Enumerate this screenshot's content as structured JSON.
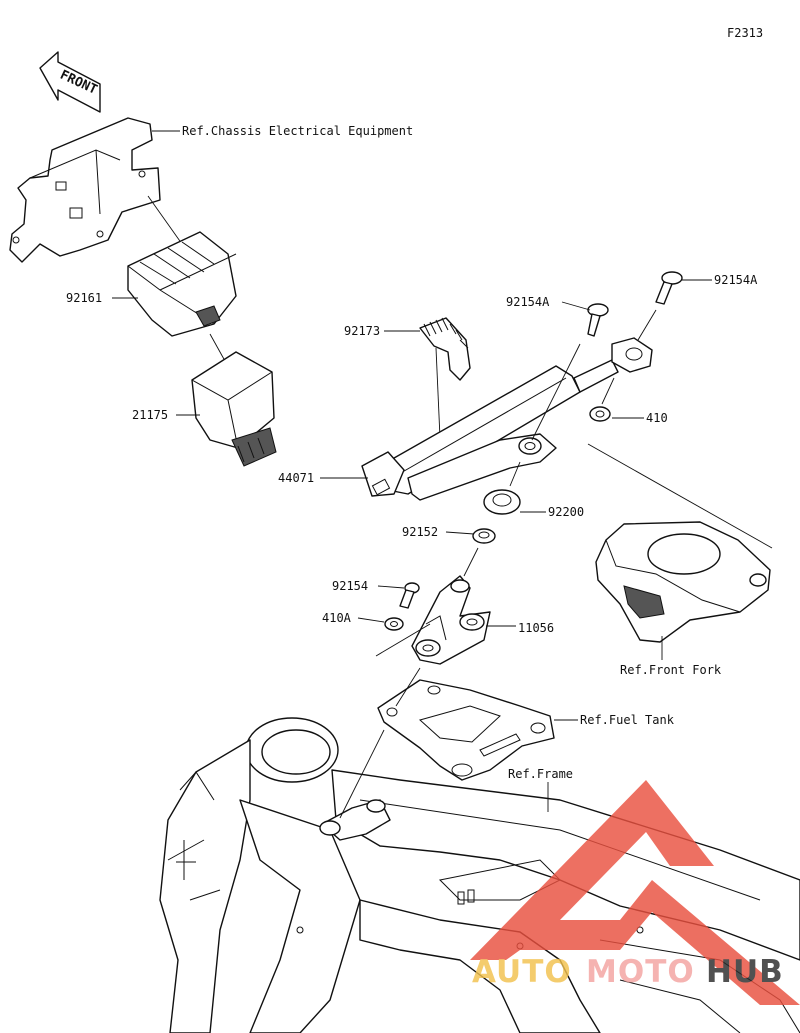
{
  "figure_code": "F2313",
  "front_label": "FRONT",
  "refs": {
    "chassis": "Ref.Chassis Electrical Equipment",
    "front_fork": "Ref.Front Fork",
    "fuel_tank": "Ref.Fuel Tank",
    "frame": "Ref.Frame"
  },
  "parts": {
    "p92161": "92161",
    "p21175": "21175",
    "p92173": "92173",
    "p92154A_1": "92154A",
    "p92154A_2": "92154A",
    "p410": "410",
    "p44071": "44071",
    "p92200": "92200",
    "p92152": "92152",
    "p92154": "92154",
    "p410A": "410A",
    "p11056": "11056"
  },
  "watermark": {
    "part1": "AUTO",
    "part2": "MOTO",
    "part3": "HUB",
    "colors": {
      "auto": "#f2c14e",
      "moto": "#f3a3a0",
      "hub": "#2b2b2b",
      "logo": "#e9503f"
    }
  }
}
